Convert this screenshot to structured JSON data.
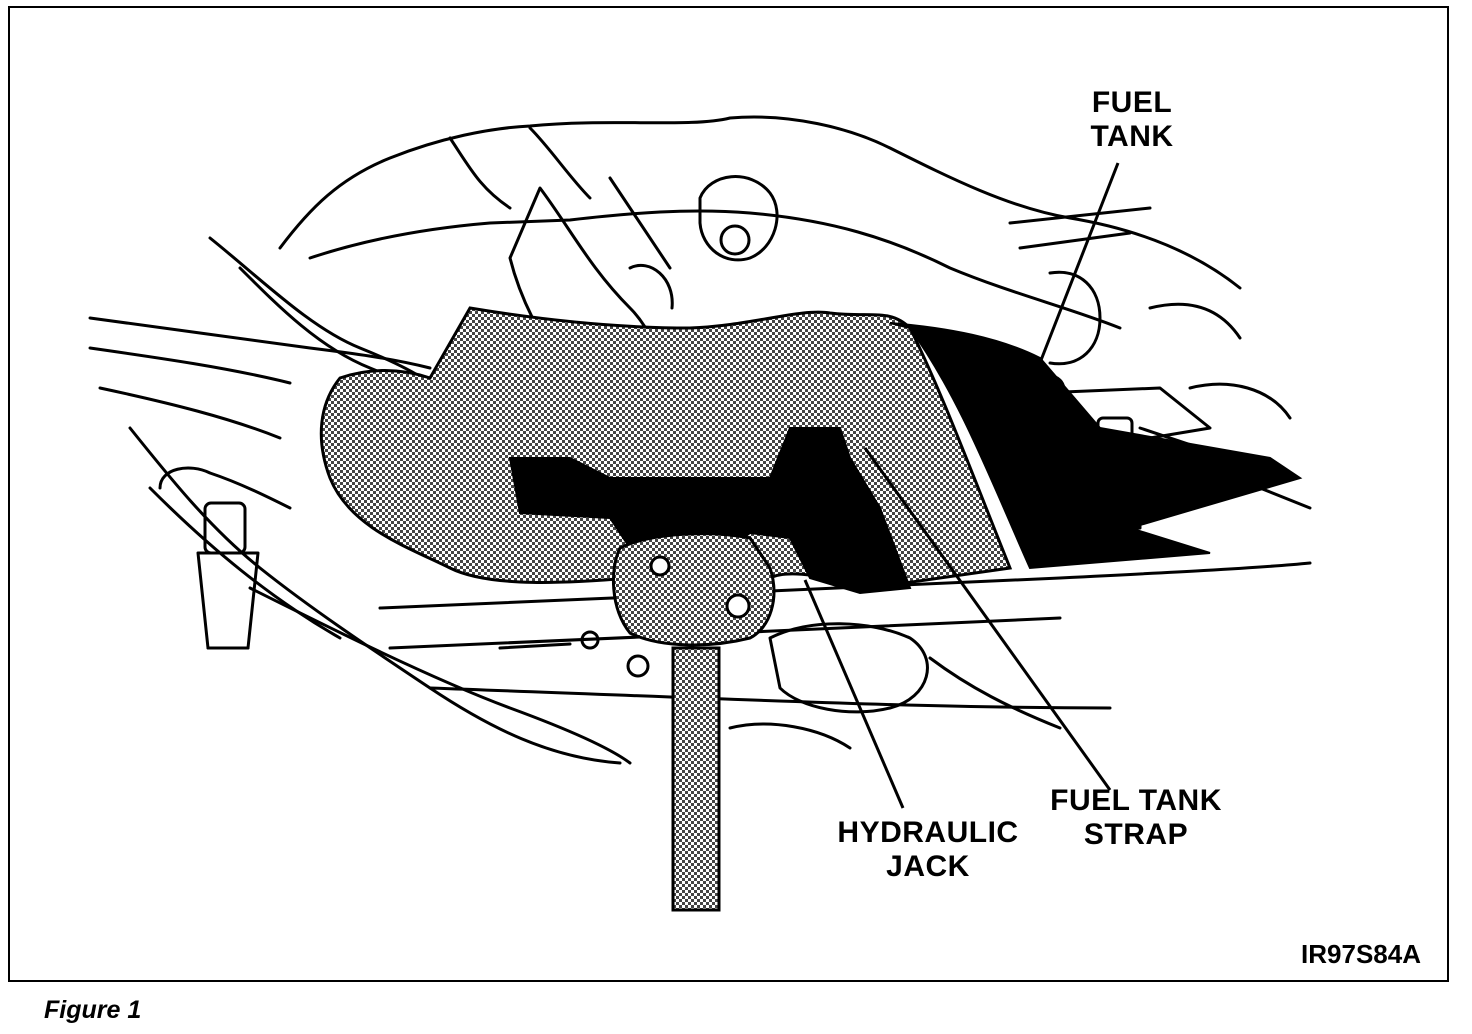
{
  "labels": {
    "fuel_tank": [
      "FUEL",
      "TANK"
    ],
    "hydraulic_jack": [
      "HYDRAULIC",
      "JACK"
    ],
    "fuel_tank_strap": [
      "FUEL TANK",
      "STRAP"
    ]
  },
  "figure_id": "IR97S84A",
  "caption": "Figure 1",
  "colors": {
    "ink": "#000000",
    "paper": "#ffffff",
    "stipple": "#7a7a7a"
  }
}
